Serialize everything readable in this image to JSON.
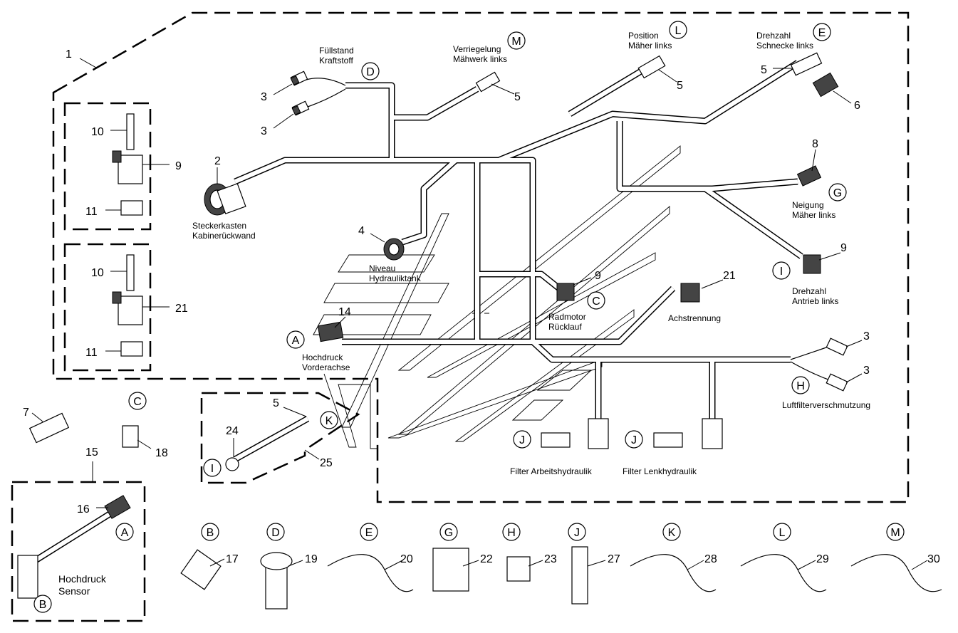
{
  "labels": {
    "fuel_level": [
      "Füllstand",
      "Kraftstoff"
    ],
    "mower_lock": [
      "Verriegelung",
      "Mähwerk links"
    ],
    "mower_position": [
      "Position",
      "Mäher links"
    ],
    "auger_speed": [
      "Drehzahl",
      "Schnecke links"
    ],
    "connector_box": [
      "Steckerkasten",
      "Kabinerückwand"
    ],
    "hydraulic_tank_level": [
      "Niveau",
      "Hydrauliktank"
    ],
    "mower_tilt": [
      "Neigung",
      "Mäher links"
    ],
    "drive_speed": [
      "Drehzahl",
      "Antrieb links"
    ],
    "wheel_motor_return": [
      "Radmotor",
      "Rücklauf"
    ],
    "axle_separation": "Achstrennung",
    "high_pressure_front_axle": [
      "Hochdruck",
      "Vorderachse"
    ],
    "air_filter_soiling": "Luftfilterverschmutzung",
    "filter_working_hydraulics": "Filter Arbeitshydraulik",
    "filter_steering_hydraulics": "Filter Lenkhydraulik",
    "high_pressure_sensor": [
      "Hochdruck",
      "Sensor"
    ]
  },
  "numbers": {
    "n1": "1",
    "n2": "2",
    "n3a": "3",
    "n3b": "3",
    "n3c": "3",
    "n3d": "3",
    "n4": "4",
    "n5a": "5",
    "n5b": "5",
    "n5c": "5",
    "n5d": "5",
    "n6": "6",
    "n7": "7",
    "n8": "8",
    "n9a": "9",
    "n9b": "9",
    "n9c": "9",
    "n10a": "10",
    "n10b": "10",
    "n11a": "11",
    "n11b": "11",
    "n14": "14",
    "n15": "15",
    "n16": "16",
    "n17": "17",
    "n18": "18",
    "n19": "19",
    "n20": "20",
    "n21a": "21",
    "n21b": "21",
    "n22": "22",
    "n23": "23",
    "n24": "24",
    "n25": "25",
    "n27": "27",
    "n28": "28",
    "n29": "29",
    "n30": "30"
  },
  "circles": {
    "D": "D",
    "M": "M",
    "L": "L",
    "E": "E",
    "G": "G",
    "I": "I",
    "C": "C",
    "A": "A",
    "H": "H",
    "J1": "J",
    "J2": "J",
    "C2": "C",
    "K": "K",
    "I2": "I",
    "A2": "A",
    "B2": "B",
    "bB": "B",
    "bD": "D",
    "bE": "E",
    "bG": "G",
    "bH": "H",
    "bJ": "J",
    "bK": "K",
    "bL": "L",
    "bM": "M"
  }
}
